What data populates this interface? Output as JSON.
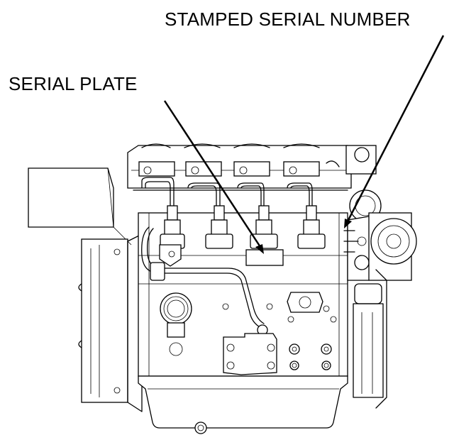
{
  "figure": {
    "labels": {
      "stamped_serial_number": "STAMPED SERIAL NUMBER",
      "serial_plate": "SERIAL PLATE"
    },
    "subject": "engine-side-view-line-drawing"
  }
}
